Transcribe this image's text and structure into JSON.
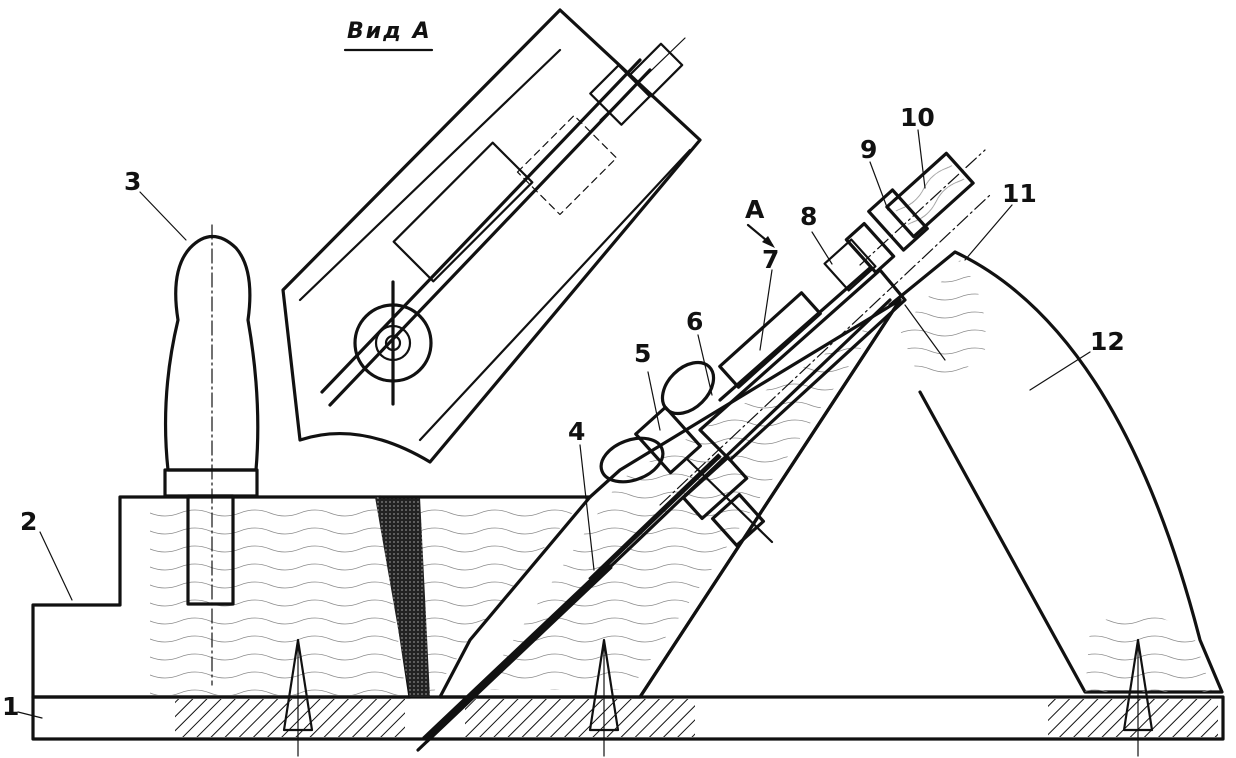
{
  "view_title": "Вид А",
  "arrow_label": "А",
  "labels": {
    "n1": "1",
    "n2": "2",
    "n3": "3",
    "n4": "4",
    "n5": "5",
    "n6": "6",
    "n7": "7",
    "n8": "8",
    "n9": "9",
    "n10": "10",
    "n11": "11",
    "n12": "12"
  },
  "colors": {
    "ink": "#111111",
    "paper": "#ffffff",
    "wood": "#f4f1ea"
  }
}
